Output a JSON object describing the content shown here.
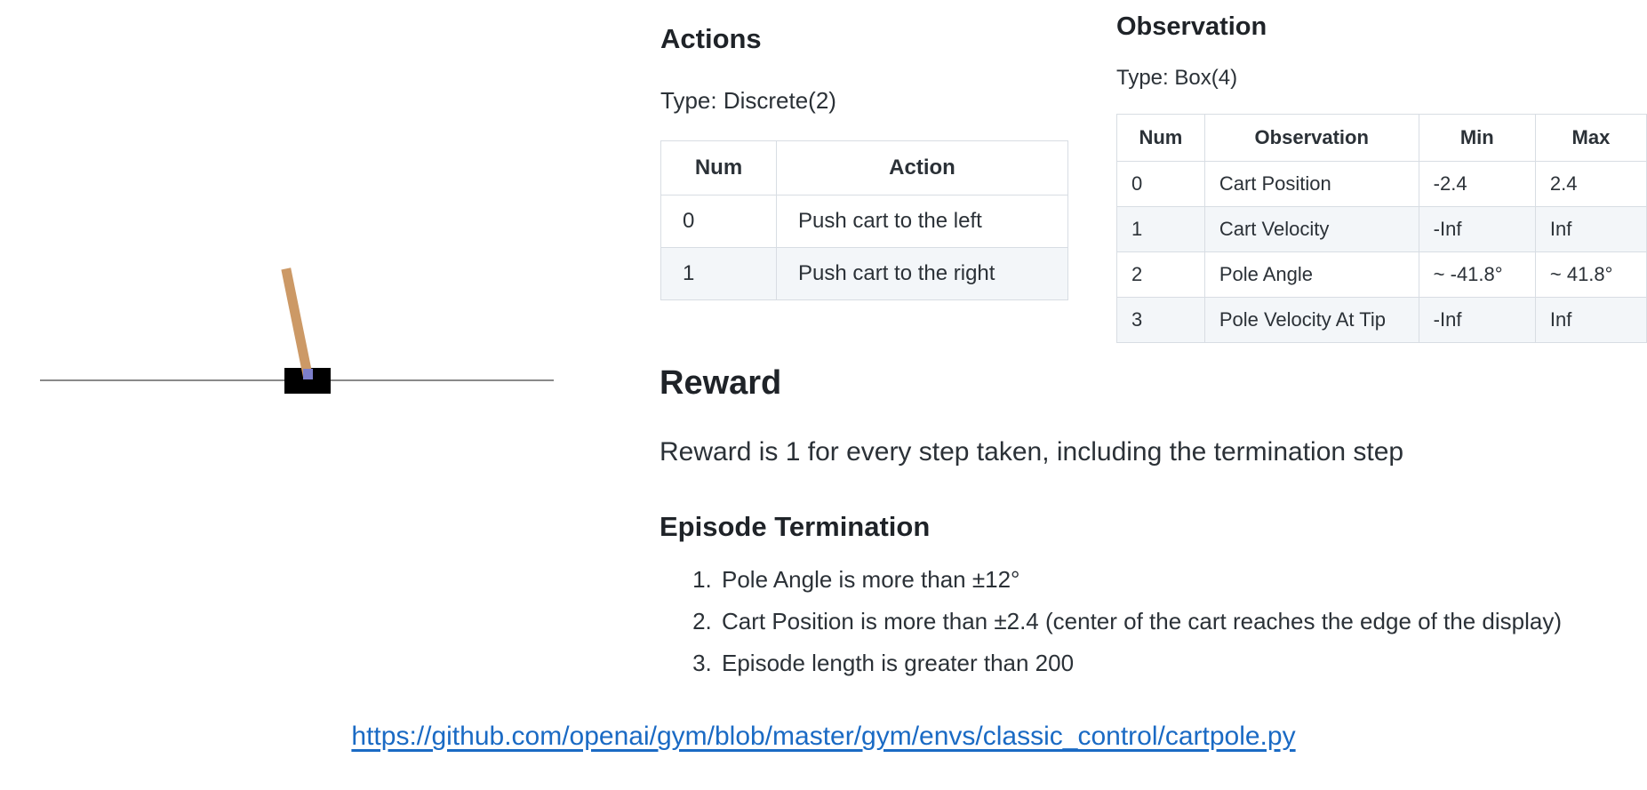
{
  "cartpole": {
    "name": "CartPole environment render",
    "pole_color": "#cc9966",
    "axle_color": "#7d7fca",
    "cart_color": "#000000",
    "track_color": "#8a8a8a"
  },
  "actions": {
    "heading": "Actions",
    "type_label": "Type: Discrete(2)",
    "table": {
      "headers": [
        "Num",
        "Action"
      ],
      "rows": [
        [
          "0",
          "Push cart to the left"
        ],
        [
          "1",
          "Push cart to the right"
        ]
      ]
    }
  },
  "observation": {
    "heading": "Observation",
    "type_label": "Type: Box(4)",
    "table": {
      "headers": [
        "Num",
        "Observation",
        "Min",
        "Max"
      ],
      "rows": [
        [
          "0",
          "Cart Position",
          "-2.4",
          "2.4"
        ],
        [
          "1",
          "Cart Velocity",
          "-Inf",
          "Inf"
        ],
        [
          "2",
          "Pole Angle",
          "~ -41.8°",
          "~ 41.8°"
        ],
        [
          "3",
          "Pole Velocity At Tip",
          "-Inf",
          "Inf"
        ]
      ]
    }
  },
  "reward": {
    "heading": "Reward",
    "body": "Reward is 1 for every step taken, including the termination step"
  },
  "episode_termination": {
    "heading": "Episode Termination",
    "items": [
      "Pole Angle is more than ±12°",
      "Cart Position is more than ±2.4 (center of the cart reaches the edge of the display)",
      "Episode length is greater than 200"
    ]
  },
  "link": {
    "text": "https://github.com/openai/gym/blob/master/gym/envs/classic_control/cartpole.py",
    "href": "https://github.com/openai/gym/blob/master/gym/envs/classic_control/cartpole.py",
    "color": "#1a6ac4"
  }
}
